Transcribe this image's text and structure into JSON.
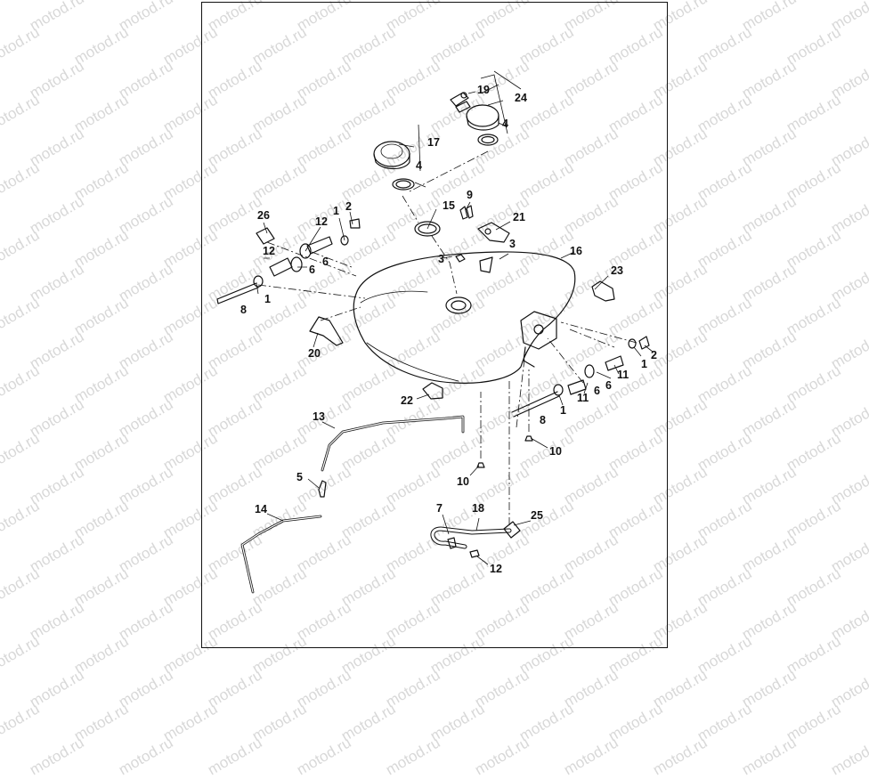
{
  "watermark": "motod.ru",
  "callouts": {
    "c1a": "1",
    "c1b": "1",
    "c1c": "1",
    "c2a": "2",
    "c2b": "2",
    "c3a": "3",
    "c3b": "3",
    "c4a": "4",
    "c4b": "4",
    "c5": "5",
    "c6a": "6",
    "c6b": "6",
    "c6c": "6",
    "c7": "7",
    "c8a": "8",
    "c8b": "8",
    "c9": "9",
    "c10a": "10",
    "c10b": "10",
    "c11a": "11",
    "c11b": "11",
    "c12a": "12",
    "c12b": "12",
    "c12c": "12",
    "c13": "13",
    "c14": "14",
    "c15": "15",
    "c16": "16",
    "c17": "17",
    "c18": "18",
    "c19": "19",
    "c20": "20",
    "c21": "21",
    "c22": "22",
    "c23": "23",
    "c24": "24",
    "c25": "25",
    "c26": "26"
  },
  "colors": {
    "line": "#111111",
    "watermark": "#d8d8d8",
    "background": "#ffffff"
  }
}
